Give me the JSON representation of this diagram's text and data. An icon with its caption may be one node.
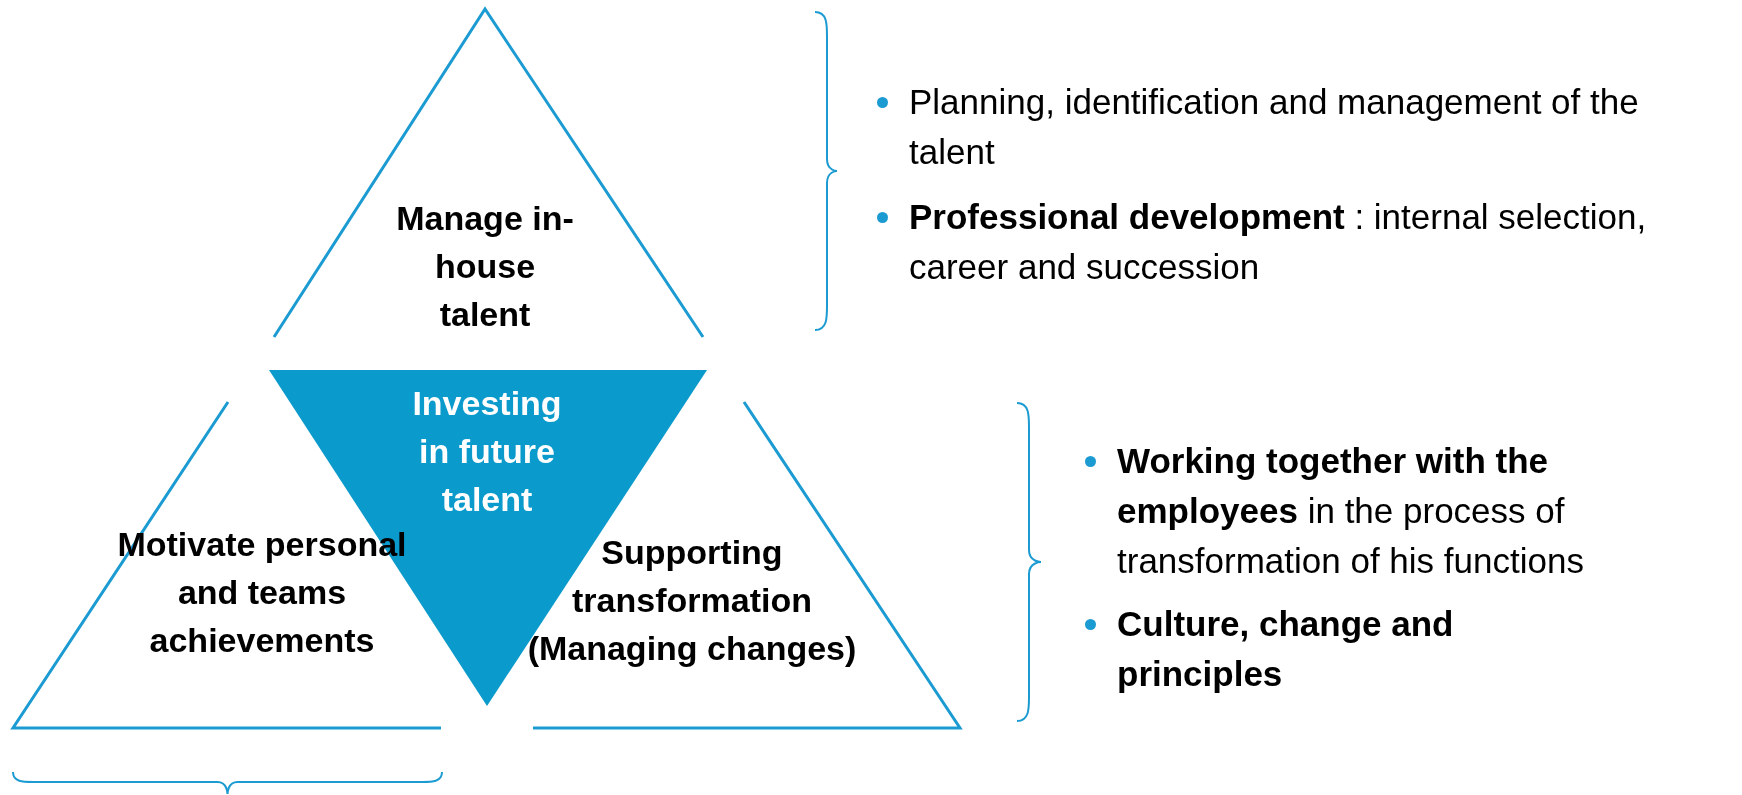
{
  "diagram": {
    "nodes": [
      {
        "text": [
          "Manage in-house talent"
        ]
      },
      {
        "text": [
          "Investing in future talent"
        ]
      },
      {
        "text": [
          "Motivate personal and teams achievements"
        ]
      },
      {
        "text": [
          "Supporting transformation (Managing changes)"
        ]
      }
    ],
    "labels": [
      "Planning, identification and management of the talent",
      "**Professional development** : internal selection, career and succession",
      "**Working together with the employees** in the process of transformation of his functions",
      "Culture, change and principles"
    ]
  }
}
